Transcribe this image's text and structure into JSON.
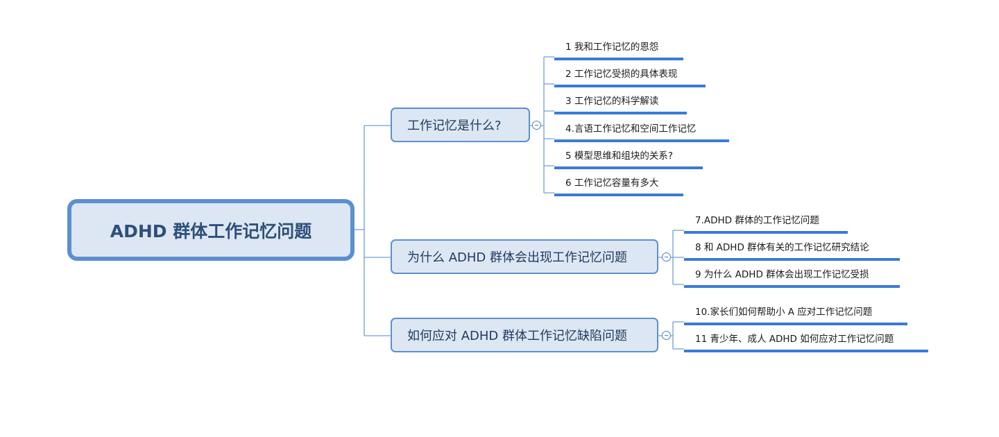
{
  "mindmap": {
    "root": {
      "label": "ADHD 群体工作记忆问题"
    },
    "branches": [
      {
        "label": "工作记忆是什么?",
        "children": [
          {
            "label": "1 我和工作记忆的恩怨"
          },
          {
            "label": "2 工作记忆受损的具体表现"
          },
          {
            "label": " 3 工作记忆的科学解读"
          },
          {
            "label": "4.言语工作记忆和空间工作记忆"
          },
          {
            "label": "5 模型思维和组块的关系?"
          },
          {
            "label": "6 工作记忆容量有多大"
          }
        ]
      },
      {
        "label": "为什么 ADHD 群体会出现工作记忆问题",
        "children": [
          {
            "label": "7.ADHD 群体的工作记忆问题"
          },
          {
            "label": "8 和 ADHD 群体有关的工作记忆研究结论"
          },
          {
            "label": "9 为什么 ADHD 群体会出现工作记忆受损"
          }
        ]
      },
      {
        "label": "如何应对 ADHD 群体工作记忆缺陷问题",
        "children": [
          {
            "label": "10.家长们如何帮助小 A 应对工作记忆问题"
          },
          {
            "label": "11 青少年、成人 ADHD 如何应对工作记忆问题"
          }
        ]
      }
    ],
    "colors": {
      "node_fill": "#dde7f3",
      "node_border": "#5b8fd1",
      "leaf_underline": "#3a7bd5",
      "connector": "#6e9fd8"
    }
  }
}
